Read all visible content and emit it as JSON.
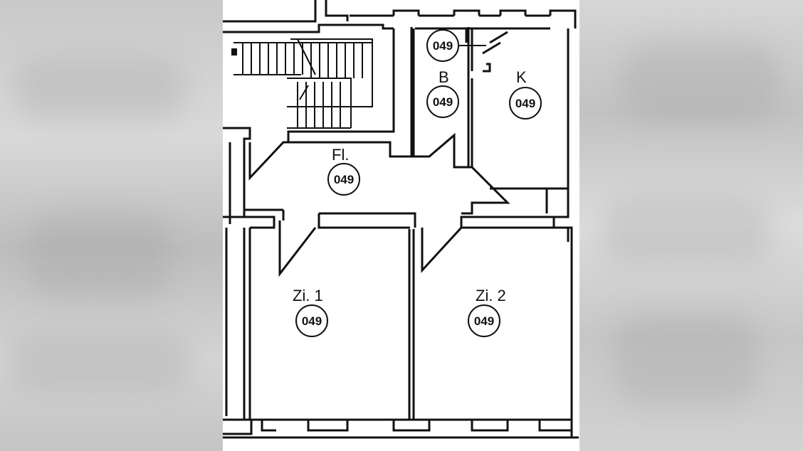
{
  "rooms": [
    {
      "id": "bad",
      "label": "B",
      "number": "049"
    },
    {
      "id": "kueche",
      "label": "K",
      "number": "049"
    },
    {
      "id": "flur",
      "label": "Fl.",
      "number": "049"
    },
    {
      "id": "zimmer1",
      "label": "Zi. 1",
      "number": "049"
    },
    {
      "id": "zimmer2",
      "label": "Zi. 2",
      "number": "049"
    }
  ],
  "extra_numbers": [
    {
      "id": "schacht",
      "number": "049"
    }
  ],
  "colors": {
    "ink": "#111111",
    "paper": "#ffffff",
    "background": "#cfcfcf"
  }
}
